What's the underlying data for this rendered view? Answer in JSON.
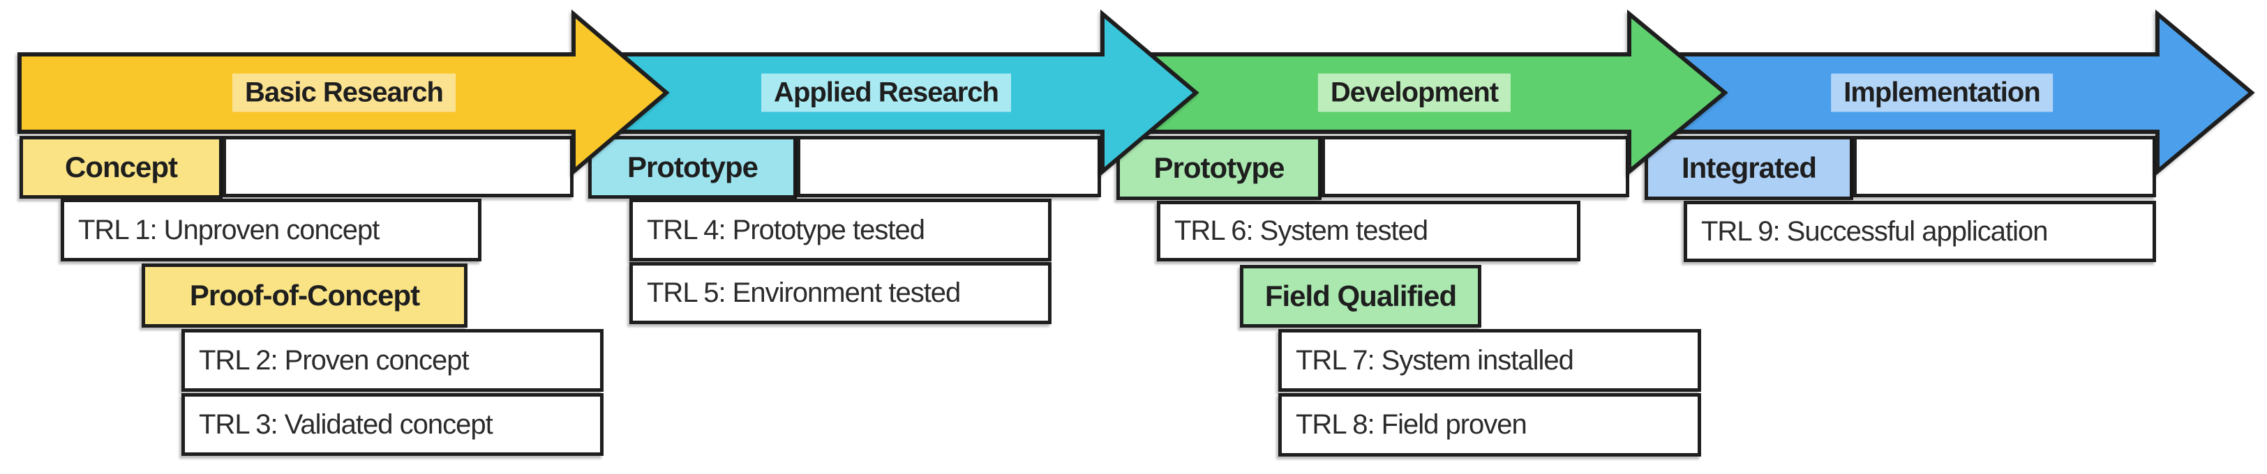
{
  "phases": [
    {
      "label": "Basic Research"
    },
    {
      "label": "Applied Research"
    },
    {
      "label": "Development"
    },
    {
      "label": "Implementation"
    }
  ],
  "stages": {
    "concept": {
      "label": "Concept"
    },
    "proof_of_concept": {
      "label": "Proof-of-Concept"
    },
    "prototype_applied": {
      "label": "Prototype"
    },
    "prototype_development": {
      "label": "Prototype"
    },
    "field_qualified": {
      "label": "Field Qualified"
    },
    "integrated": {
      "label": "Integrated"
    }
  },
  "trls": {
    "trl1": {
      "label": "TRL 1: Unproven concept"
    },
    "trl2": {
      "label": "TRL 2: Proven concept"
    },
    "trl3": {
      "label": "TRL 3: Validated concept"
    },
    "trl4": {
      "label": "TRL 4: Prototype tested"
    },
    "trl5": {
      "label": "TRL 5: Environment tested"
    },
    "trl6": {
      "label": "TRL 6: System tested"
    },
    "trl7": {
      "label": "TRL 7: System installed"
    },
    "trl8": {
      "label": "TRL 8: Field proven"
    },
    "trl9": {
      "label": "TRL 9: Successful application"
    }
  },
  "colors": {
    "border": "#1e1e1e",
    "arrow-yellow": "#F9C72A",
    "chip-yellow": "#FBE291",
    "box-yellow": "#F9E385",
    "arrow-cyan": "#39C6DB",
    "chip-cyan": "#A9E9F1",
    "box-cyan": "#9CE3EE",
    "arrow-green": "#5FD06E",
    "chip-green": "#BEEDBC",
    "box-green": "#ABE8B0",
    "arrow-blue": "#4C9FEA",
    "chip-blue": "#B1D4F7",
    "box-blue": "#ACCFF5"
  }
}
